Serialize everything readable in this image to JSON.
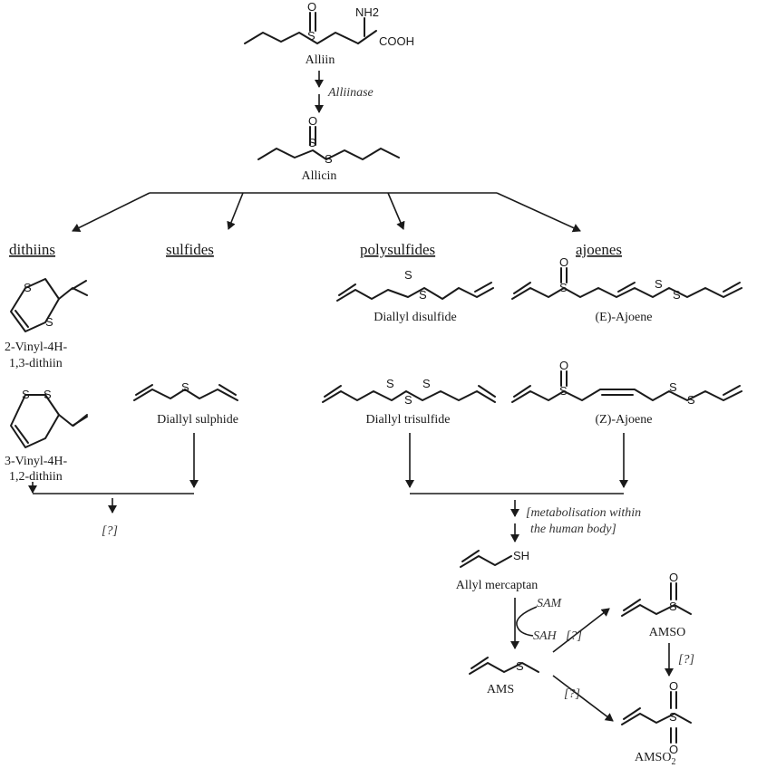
{
  "molecules": {
    "alliin": {
      "name": "Alliin",
      "atoms": [
        "S",
        "O",
        "NH2",
        "COOH"
      ]
    },
    "allicin": {
      "name": "Allicin",
      "atoms": [
        "S",
        "S",
        "O"
      ]
    },
    "dithiin13": {
      "name_line1": "2-Vinyl-4H-",
      "name_line2": "1,3-dithiin",
      "atoms": [
        "S",
        "S"
      ]
    },
    "dithiin12": {
      "name_line1": "3-Vinyl-4H-",
      "name_line2": "1,2-dithiin",
      "atoms": [
        "S",
        "S"
      ]
    },
    "diallyl_sulphide": {
      "name": "Diallyl sulphide",
      "atoms": [
        "S"
      ]
    },
    "diallyl_disulfide": {
      "name": "Diallyl disulfide",
      "atoms": [
        "S",
        "S"
      ]
    },
    "diallyl_trisulfide": {
      "name": "Diallyl trisulfide",
      "atoms": [
        "S",
        "S",
        "S"
      ]
    },
    "e_ajoene": {
      "name": "(E)-Ajoene",
      "atoms": [
        "S",
        "O",
        "S",
        "S"
      ]
    },
    "z_ajoene": {
      "name": "(Z)-Ajoene",
      "atoms": [
        "S",
        "O",
        "S",
        "S"
      ]
    },
    "allyl_mercaptan": {
      "name": "Allyl mercaptan",
      "atoms": [
        "SH"
      ]
    },
    "ams": {
      "name": "AMS",
      "atoms": [
        "S"
      ]
    },
    "amso": {
      "name": "AMSO",
      "atoms": [
        "S",
        "O"
      ]
    },
    "amso2": {
      "name": "AMSO",
      "subscript": "2",
      "atoms": [
        "S",
        "O",
        "O"
      ]
    }
  },
  "categories": [
    "dithiins",
    "sulfides",
    "polysulfides",
    "ajoenes"
  ],
  "steps": {
    "alliinase": "Alliinase",
    "unknown": "[?]",
    "metabolisation_line1": "[metabolisation within",
    "metabolisation_line2": "the human body]",
    "sam": "SAM",
    "sah": "SAH"
  }
}
